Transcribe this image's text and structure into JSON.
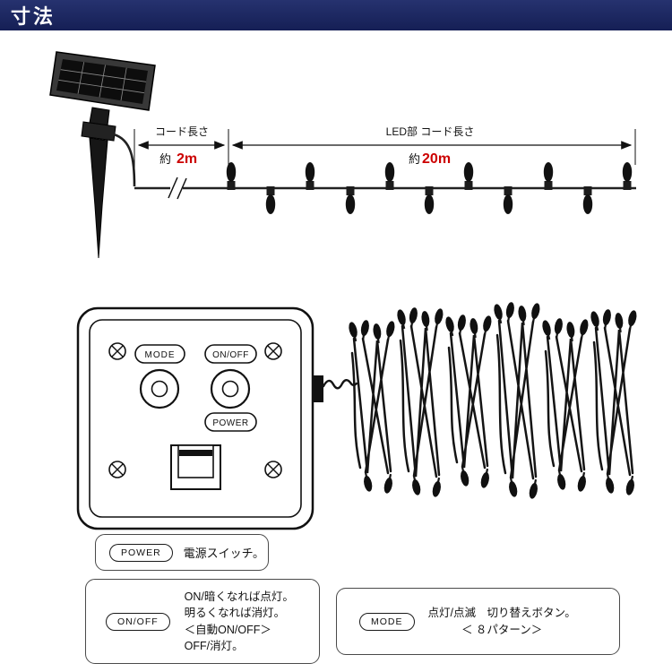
{
  "header": {
    "title": "寸法"
  },
  "diagram": {
    "cord1": {
      "label": "コード長さ",
      "approx": "約",
      "value": "2m"
    },
    "cord2": {
      "label": "LED部 コード長さ",
      "approx": "約",
      "value": "20m"
    }
  },
  "control_box": {
    "mode_label": "MODE",
    "onoff_label": "ON/OFF",
    "power_label": "POWER"
  },
  "legend": {
    "power": {
      "label": "POWER",
      "text": "電源スイッチ。"
    },
    "onoff": {
      "label": "ON/OFF",
      "lines": [
        "ON/暗くなれば点灯。",
        "明るくなれば消灯。",
        "＜自動ON/OFF＞",
        "OFF/消灯。"
      ]
    },
    "mode": {
      "label": "MODE",
      "lines": [
        "点灯/点滅　切り替えボタン。",
        "＜ ８パターン＞"
      ]
    }
  },
  "colors": {
    "accent_red": "#cc0000",
    "header_navy": "#1b2664"
  }
}
